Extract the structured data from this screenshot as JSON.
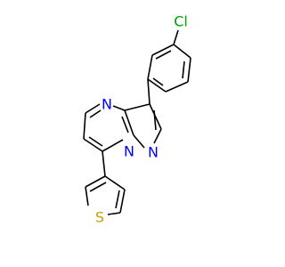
{
  "molecule": {
    "atoms": [
      {
        "id": "cl",
        "label": "Cl",
        "color": "#00a000"
      },
      {
        "id": "n4",
        "label": "N",
        "color": "#0000ff"
      },
      {
        "id": "n1",
        "label": "N",
        "color": "#0000ff"
      },
      {
        "id": "n7a",
        "label": "N",
        "color": "#0000ff"
      },
      {
        "id": "s",
        "label": "S",
        "color": "#c8a000"
      }
    ],
    "bond_color": "#000000",
    "background": "#ffffff"
  }
}
